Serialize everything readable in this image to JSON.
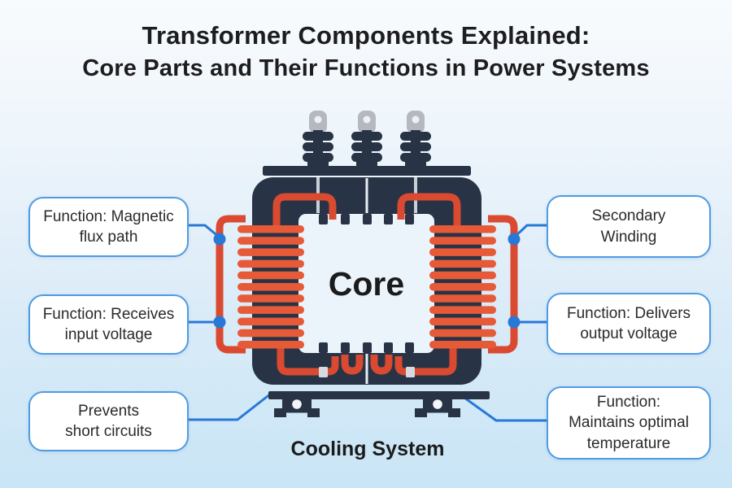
{
  "title": {
    "line1": "Transformer Components Explained:",
    "line2": "Core Parts and Their Functions in Power Systems"
  },
  "diagram": {
    "core_label": "Core",
    "cooling_label": "Cooling System"
  },
  "callouts": [
    {
      "id": "magnetic-flux-path",
      "side": "left",
      "text": "Function: Magnetic\nflux path"
    },
    {
      "id": "receives-input-voltage",
      "side": "left",
      "text": "Function: Receives\ninput voltage"
    },
    {
      "id": "prevents-short-circuits",
      "side": "left",
      "text": "Prevents\nshort circuits"
    },
    {
      "id": "secondary-winding",
      "side": "right",
      "text": "Secondary\nWinding"
    },
    {
      "id": "delivers-output-voltage",
      "side": "right",
      "text": "Function: Delivers\noutput voltage"
    },
    {
      "id": "maintains-optimal-temperature",
      "side": "right",
      "text": "Function:\nMaintains optimal\ntemperature"
    }
  ],
  "colors": {
    "background_top": "#f8fbfd",
    "background_bottom": "#c9e5f6",
    "body_navy": "#283446",
    "coil_orange": "#e65a38",
    "wire_red": "#d94a31",
    "connector_blue": "#2878d8",
    "callout_border": "#4f9be4",
    "text_dark": "#1d1d1f"
  }
}
